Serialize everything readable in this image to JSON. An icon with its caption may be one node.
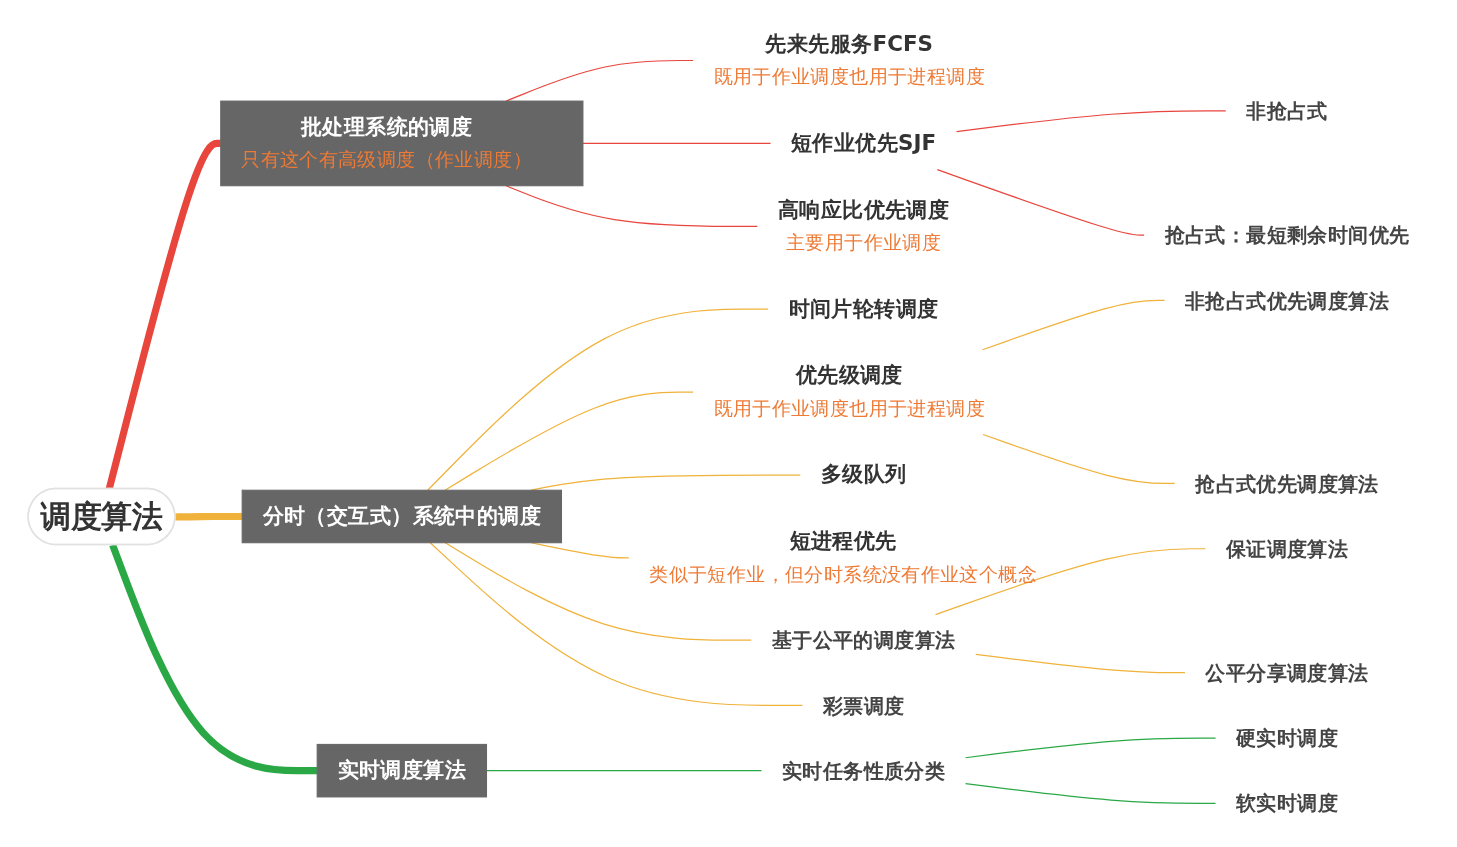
{
  "diagram": {
    "nodes": [
      {
        "text": [
          "调度算法"
        ]
      },
      {
        "text": [
          "批处理系统的调度",
          "只有这个有高级调度（作业调度）"
        ]
      },
      {
        "text": [
          "先来先服务FCFS",
          "既用于作业调度也用于进程调度"
        ]
      },
      {
        "text": [
          "短作业优先SJF"
        ]
      },
      {
        "text": [
          "非抢占式"
        ]
      },
      {
        "text": [
          "抢占式：最短剩余时间优先"
        ]
      },
      {
        "text": [
          "高响应比优先调度",
          "主要用于作业调度"
        ]
      },
      {
        "text": [
          "分时（交互式）系统中的调度"
        ]
      },
      {
        "text": [
          "时间片轮转调度"
        ]
      },
      {
        "text": [
          "优先级调度",
          "既用于作业调度也用于进程调度"
        ]
      },
      {
        "text": [
          "非抢占式优先调度算法"
        ]
      },
      {
        "text": [
          "抢占式优先调度算法"
        ]
      },
      {
        "text": [
          "多级队列"
        ]
      },
      {
        "text": [
          "短进程优先",
          "类似于短作业，但分时系统没有作业这个概念"
        ]
      },
      {
        "text": [
          "基于公平的调度算法"
        ]
      },
      {
        "text": [
          "保证调度算法"
        ]
      },
      {
        "text": [
          "公平分享调度算法"
        ]
      },
      {
        "text": [
          "彩票调度"
        ]
      },
      {
        "text": [
          "实时调度算法"
        ]
      },
      {
        "text": [
          "实时任务性质分类"
        ]
      },
      {
        "text": [
          "硬实时调度"
        ]
      },
      {
        "text": [
          "软实时调度"
        ]
      }
    ],
    "edges": [
      {
        "from": 0,
        "to": 1,
        "arrow": "none",
        "style": "thick",
        "color": "#e8453c"
      },
      {
        "from": 1,
        "to": 2,
        "arrow": "none",
        "color": "#e8453c"
      },
      {
        "from": 1,
        "to": 3,
        "arrow": "none",
        "color": "#e8453c"
      },
      {
        "from": 3,
        "to": 4,
        "arrow": "none",
        "color": "#e8453c"
      },
      {
        "from": 3,
        "to": 5,
        "arrow": "none",
        "color": "#e8453c"
      },
      {
        "from": 1,
        "to": 6,
        "arrow": "none",
        "color": "#e8453c"
      },
      {
        "from": 0,
        "to": 7,
        "arrow": "none",
        "style": "thick"
      },
      {
        "from": 7,
        "to": 8,
        "arrow": "none"
      },
      {
        "from": 7,
        "to": 9,
        "arrow": "none"
      },
      {
        "from": 9,
        "to": 10,
        "arrow": "none"
      },
      {
        "from": 9,
        "to": 11,
        "arrow": "none"
      },
      {
        "from": 7,
        "to": 12,
        "arrow": "none"
      },
      {
        "from": 7,
        "to": 13,
        "arrow": "none"
      },
      {
        "from": 7,
        "to": 14,
        "arrow": "none"
      },
      {
        "from": 14,
        "to": 15,
        "arrow": "none"
      },
      {
        "from": 14,
        "to": 16,
        "arrow": "none"
      },
      {
        "from": 7,
        "to": 17,
        "arrow": "none"
      },
      {
        "from": 0,
        "to": 18,
        "arrow": "none",
        "style": "thick",
        "color": "#2aa845"
      },
      {
        "from": 18,
        "to": 19,
        "arrow": "none",
        "color": "#2aa845"
      },
      {
        "from": 19,
        "to": 20,
        "arrow": "none",
        "color": "#2aa845"
      },
      {
        "from": 19,
        "to": 21,
        "arrow": "none",
        "color": "#2aa845"
      }
    ]
  }
}
